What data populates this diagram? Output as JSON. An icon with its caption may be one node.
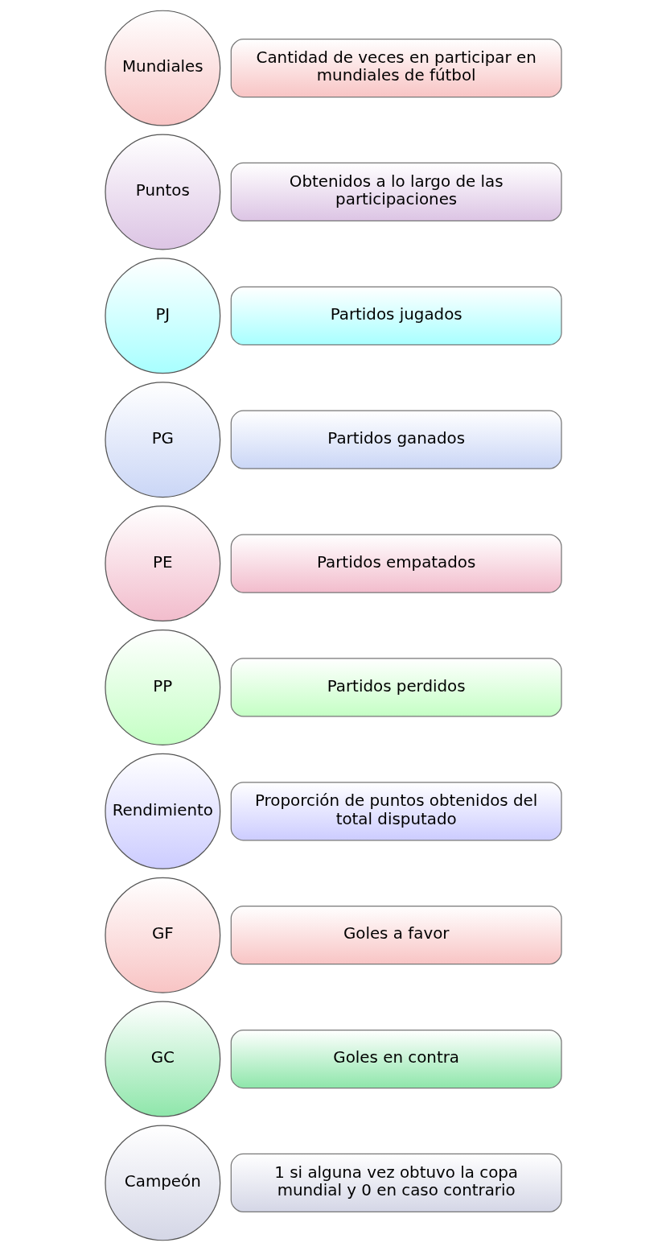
{
  "diagram": {
    "nodes": [
      {
        "text": [
          "Mundiales"
        ]
      },
      {
        "text": [
          "Cantidad de veces en participar en mundiales de fútbol"
        ]
      },
      {
        "text": [
          "Puntos"
        ]
      },
      {
        "text": [
          "Obtenidos a lo largo de las participaciones"
        ]
      },
      {
        "text": [
          "PJ"
        ]
      },
      {
        "text": [
          "Partidos jugados"
        ]
      },
      {
        "text": [
          "PG"
        ]
      },
      {
        "text": [
          "Partidos ganados"
        ]
      },
      {
        "text": [
          "PE"
        ]
      },
      {
        "text": [
          "Partidos empatados"
        ]
      },
      {
        "text": [
          "PP"
        ]
      },
      {
        "text": [
          "Partidos perdidos"
        ]
      },
      {
        "text": [
          "Rendimiento"
        ]
      },
      {
        "text": [
          "Proporción de puntos obtenidos del total disputado"
        ]
      },
      {
        "text": [
          "GF"
        ]
      },
      {
        "text": [
          "Goles a favor"
        ]
      },
      {
        "text": [
          "GC"
        ]
      },
      {
        "text": [
          "Goles en contra"
        ]
      },
      {
        "text": [
          "Campeón"
        ]
      },
      {
        "text": [
          "1 si alguna vez obtuvo la copa mundial y 0 en caso contrario"
        ]
      }
    ]
  }
}
